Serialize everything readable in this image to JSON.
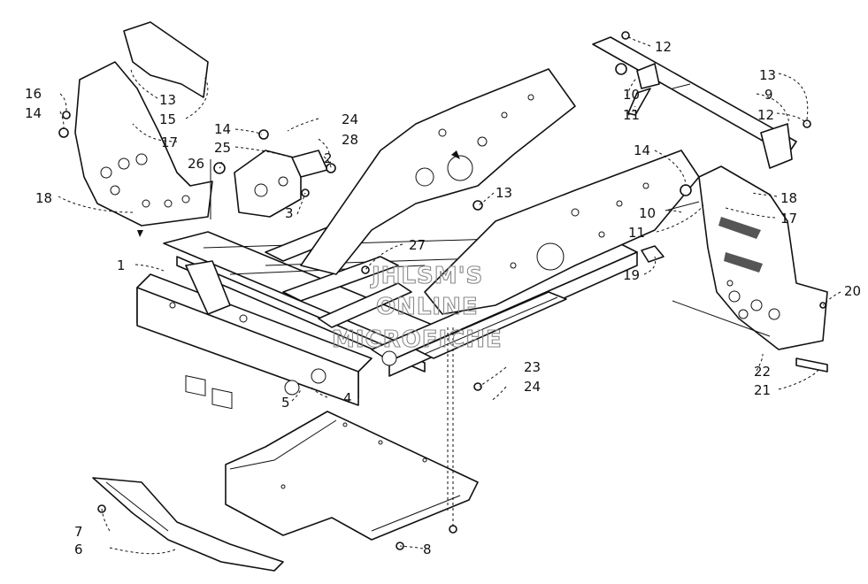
{
  "callouts": {
    "c1": "1",
    "c2": "2",
    "c3": "3",
    "c4": "4",
    "c5": "5",
    "c6": "6",
    "c7": "7",
    "c8": "8",
    "c9": "9",
    "c10a": "10",
    "c10b": "10",
    "c11a": "11",
    "c11b": "11",
    "c12a": "12",
    "c12b": "12",
    "c13a": "13",
    "c13b": "13",
    "c13c": "13",
    "c14a": "14",
    "c14b": "14",
    "c14c": "14",
    "c15": "15",
    "c16": "16",
    "c17a": "17",
    "c17b": "17",
    "c18a": "18",
    "c18b": "18",
    "c19": "19",
    "c20": "20",
    "c21": "21",
    "c22": "22",
    "c23": "23",
    "c24a": "24",
    "c24b": "24",
    "c25": "25",
    "c26": "26",
    "c27": "27",
    "c28": "28"
  },
  "watermark": {
    "line1": "JHLSM'S",
    "line2": "ONLINE",
    "line3": "MICROFICHE"
  }
}
